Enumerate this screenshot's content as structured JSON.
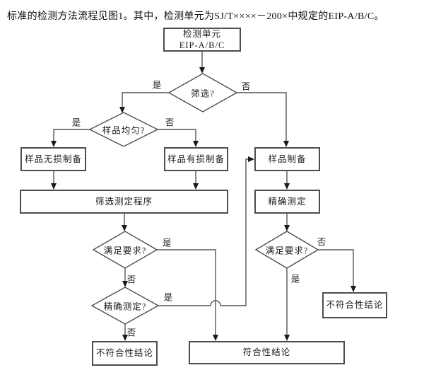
{
  "caption": "标准的检测方法流程见图1。其中，检测单元为SJ/T××××－200×中规定的EIP-A/B/C。",
  "colors": {
    "background": "#ffffff",
    "line": "#555555",
    "arrowhead": "#1a1a1a",
    "box_border": "#4d4d4d",
    "text": "#1a1a1a"
  },
  "nodes": {
    "unit": {
      "line1": "检测单元",
      "line2": "EIP-A/B/C"
    },
    "screen": {
      "label": "筛选?"
    },
    "uniform": {
      "label": "样品均匀?"
    },
    "prep_nondestructive": {
      "label": "样品无损制备"
    },
    "prep_destructive": {
      "label": "样品有损制备"
    },
    "prep": {
      "label": "样品制备"
    },
    "screening_procedure": {
      "label": "筛选测定程序"
    },
    "precise_measurement": {
      "label": "精确测定"
    },
    "meet_left": {
      "label": "满足要求?"
    },
    "precise_check": {
      "label": "精确测定?"
    },
    "meet_right": {
      "label": "满足要求?"
    },
    "nonconformity_left": {
      "label": "不符合性结论"
    },
    "nonconformity_right": {
      "label": "不符合性结论"
    },
    "conformity": {
      "label": "符合性结论"
    }
  },
  "edge_labels": {
    "screen_yes": "是",
    "screen_no": "否",
    "uniform_yes": "是",
    "uniform_no": "否",
    "meet_left_yes": "是",
    "meet_left_no": "否",
    "precise_yes": "是",
    "precise_no": "否",
    "meet_right_yes": "是",
    "meet_right_no": "否"
  }
}
